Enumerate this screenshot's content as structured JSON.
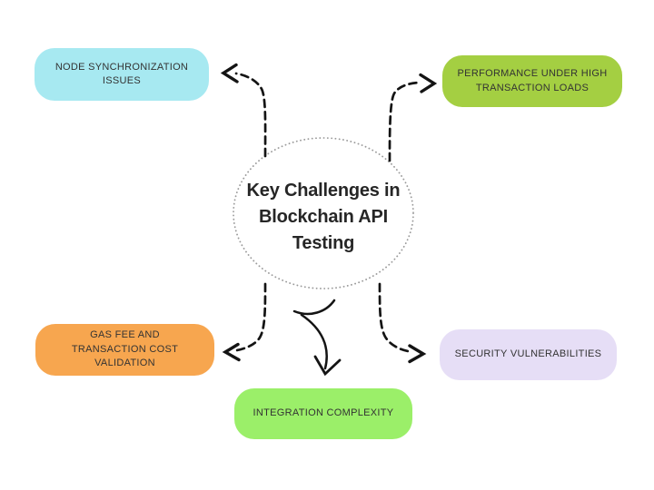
{
  "diagram": {
    "title": "Key Challenges in Blockchain API Testing",
    "nodes": [
      {
        "id": "node-synchronization-issues",
        "label": "NODE SYNCHRONIZATION ISSUES",
        "color": "#a7e9f1",
        "position": "top-left"
      },
      {
        "id": "performance-under-high-transaction-loads",
        "label": "PERFORMANCE UNDER HIGH TRANSACTION LOADS",
        "color": "#a4cf42",
        "position": "top-right"
      },
      {
        "id": "gas-fee-and-transaction-cost-validation",
        "label": "GAS FEE AND TRANSACTION COST VALIDATION",
        "color": "#f7a64f",
        "position": "bottom-left"
      },
      {
        "id": "security-vulnerabilities",
        "label": "SECURITY VULNERABILITIES",
        "color": "#e6def6",
        "position": "bottom-right"
      },
      {
        "id": "integration-complexity",
        "label": "INTEGRATION COMPLEXITY",
        "color": "#9bef69",
        "position": "bottom-center"
      }
    ],
    "connections": [
      {
        "from": "center",
        "to": "node-synchronization-issues",
        "style": "dashed-arrow"
      },
      {
        "from": "center",
        "to": "performance-under-high-transaction-loads",
        "style": "dashed-arrow"
      },
      {
        "from": "center",
        "to": "gas-fee-and-transaction-cost-validation",
        "style": "dashed-arrow"
      },
      {
        "from": "center",
        "to": "security-vulnerabilities",
        "style": "dashed-arrow"
      },
      {
        "from": "center",
        "to": "integration-complexity",
        "style": "solid-curved-arrow"
      }
    ],
    "colors": {
      "background": "#ffffff",
      "arrow": "#141414",
      "circle_border": "#9a9a9a",
      "title_text": "#262626",
      "node_text": "#333333"
    }
  }
}
